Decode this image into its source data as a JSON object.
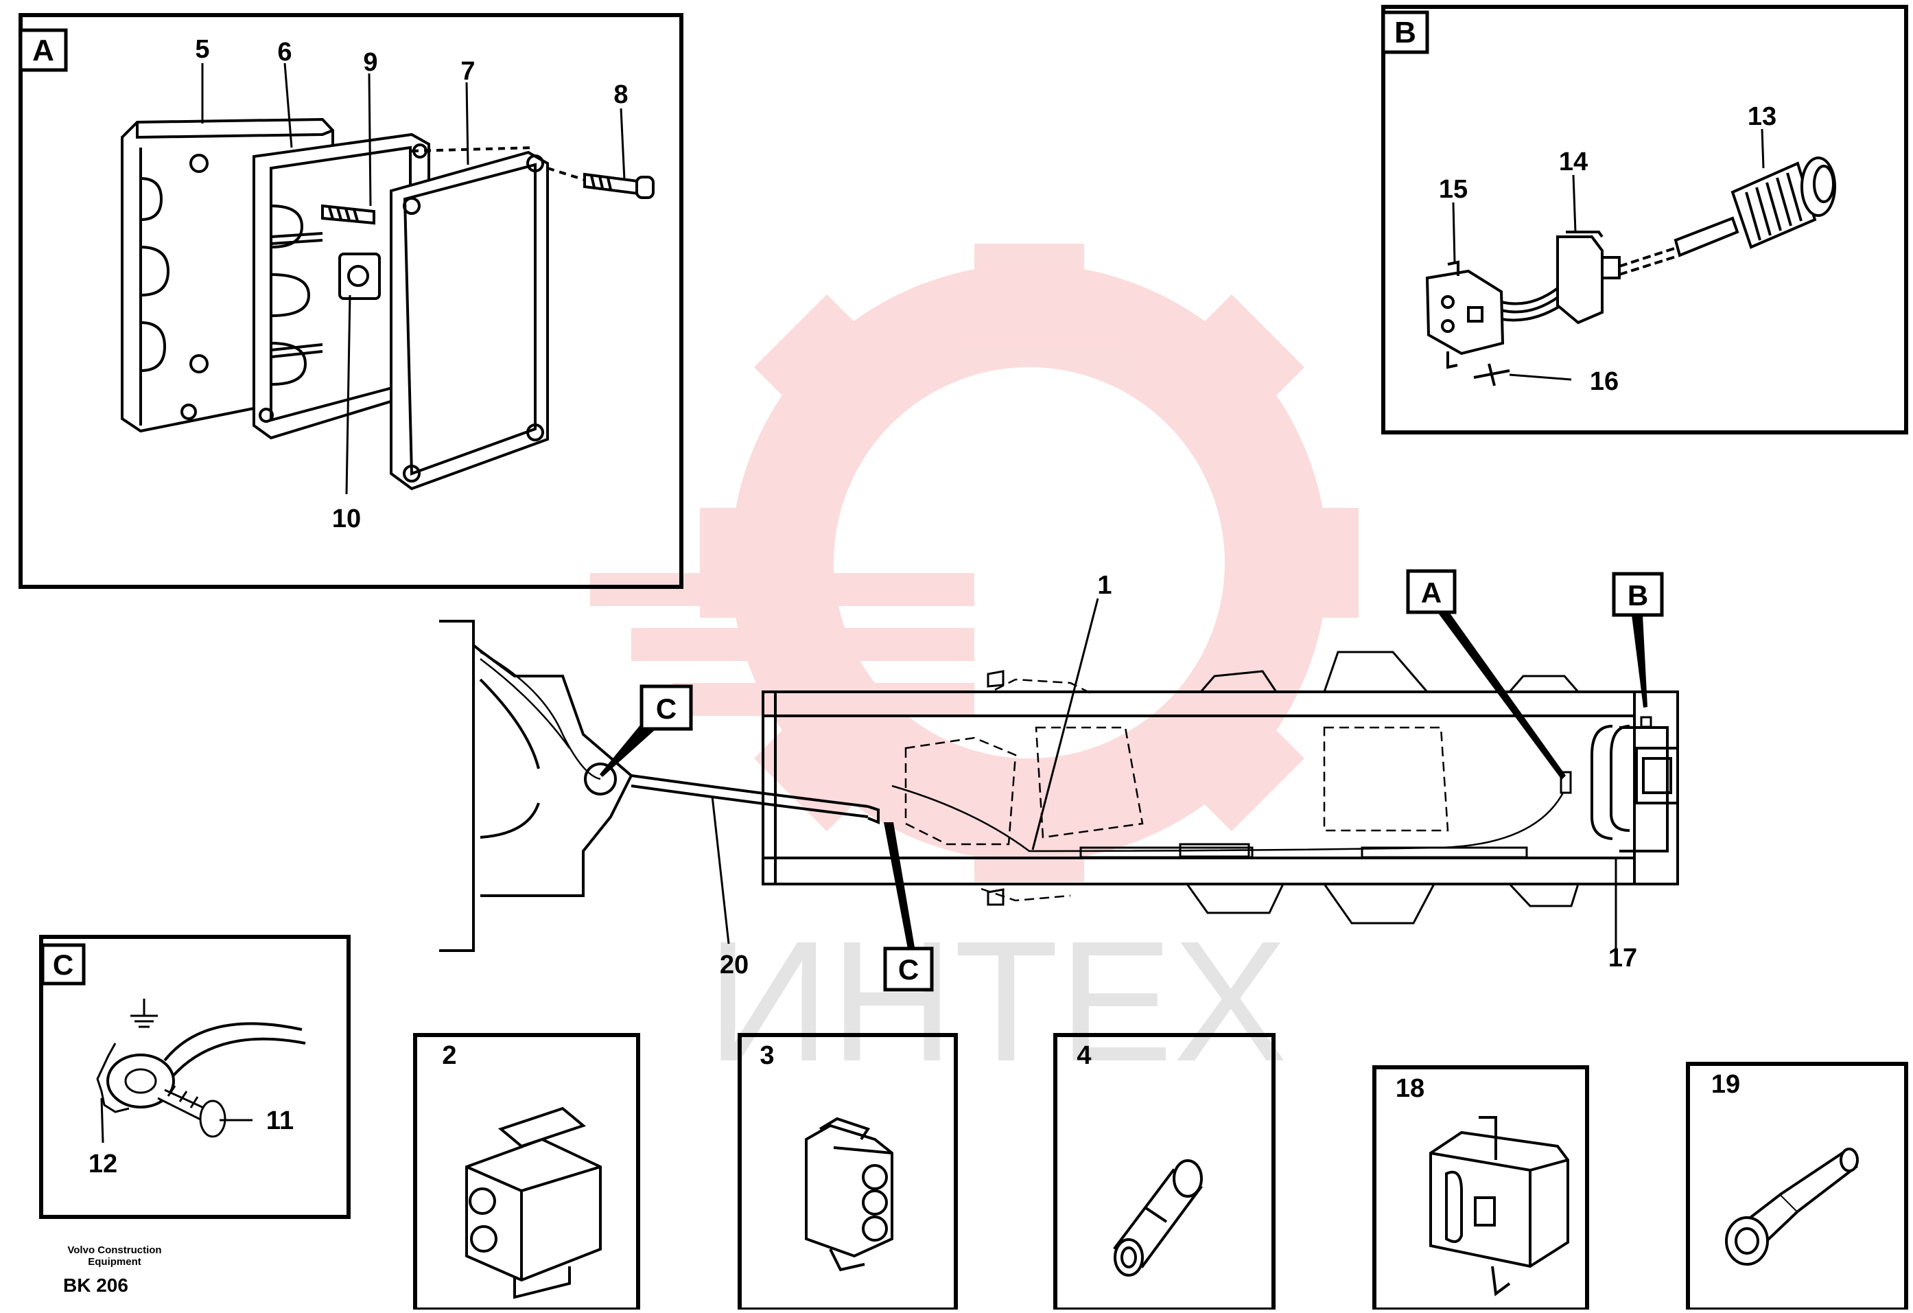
{
  "title": "",
  "panels": {
    "A": {
      "label": "A",
      "callouts": [
        "5",
        "6",
        "9",
        "7",
        "8",
        "10"
      ]
    },
    "B": {
      "label": "B",
      "callouts": [
        "13",
        "14",
        "15",
        "16"
      ]
    },
    "C": {
      "label": "C",
      "callouts": [
        "11",
        "12"
      ]
    }
  },
  "main": {
    "callouts": {
      "n1": "1",
      "n17": "17",
      "n20": "20"
    },
    "flags": {
      "a": "A",
      "b": "B",
      "c1": "C",
      "c2": "C"
    }
  },
  "parts": [
    {
      "label": "2"
    },
    {
      "label": "3"
    },
    {
      "label": "4"
    },
    {
      "label": "18"
    },
    {
      "label": "19"
    }
  ],
  "watermark": {
    "text": "ИНТЕХ",
    "color": "#e8252a"
  },
  "credit": {
    "line1": "Volvo Construction",
    "line2": "Equipment",
    "code": "BK 206"
  }
}
